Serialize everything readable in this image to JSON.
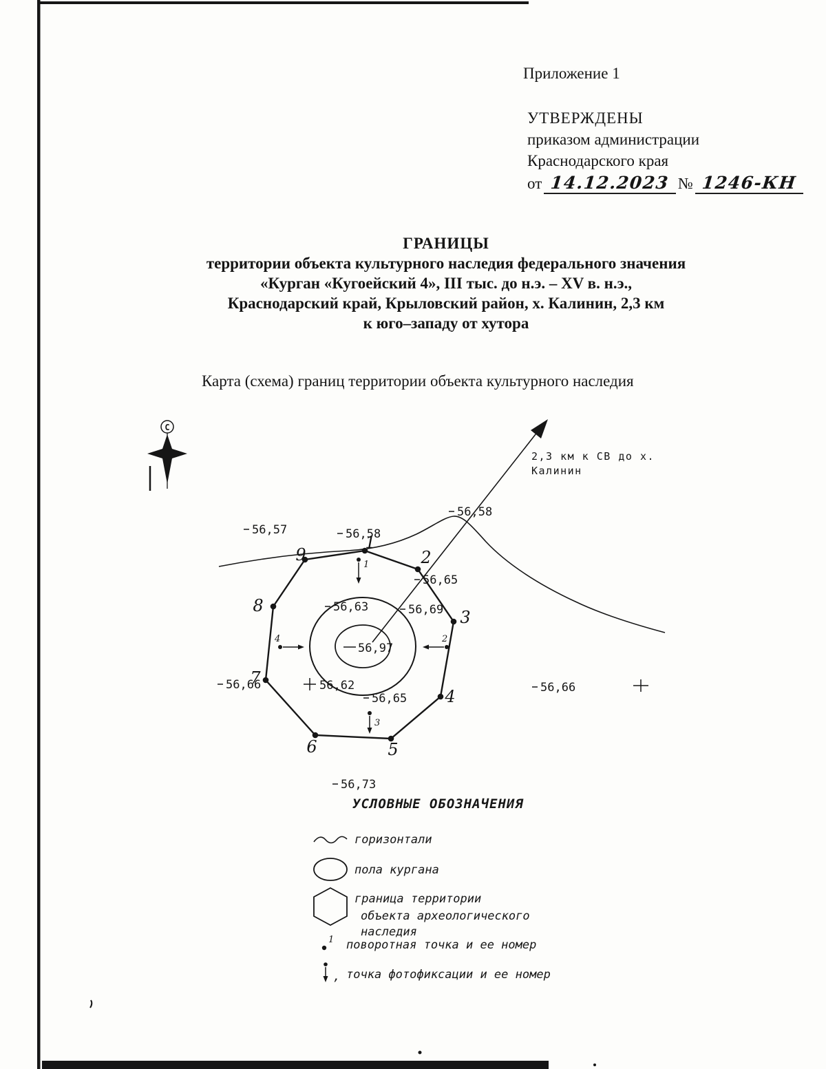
{
  "header": {
    "appendix": "Приложение 1",
    "approved_line1": "УТВЕРЖДЕНЫ",
    "approved_line2": "приказом администрации",
    "approved_line3": "Краснодарского края",
    "from_label": "от",
    "from_date": "14.12.2023",
    "number_sign": "№",
    "number_value": "1246-КН"
  },
  "title": {
    "line1": "ГРАНИЦЫ",
    "line2": "территории объекта культурного наследия федерального значения",
    "line3": "«Курган «Кугоейский 4», III тыс. до н.э. – XV в. н.э.,",
    "line4": "Краснодарский край, Крыловский район, х. Калинин, 2,3 км",
    "line5": "к юго–западу от хутора"
  },
  "map_caption": "Карта (схема) границ территории объекта культурного наследия",
  "map": {
    "compass_north": "С",
    "direction_label_line1": "2,3 км к СВ до х.",
    "direction_label_line2": "Калинин",
    "elevations": [
      "56,57",
      "56,58",
      "56,58",
      "56,65",
      "56,63",
      "56,69",
      "56,97",
      "56,62",
      "56,65",
      "56,66",
      "56,66",
      "56,73"
    ],
    "vertex_numbers": [
      "1",
      "2",
      "3",
      "4",
      "5",
      "6",
      "7",
      "8",
      "9"
    ],
    "photo_point_numbers": [
      "1",
      "2",
      "3",
      "4"
    ]
  },
  "legend": {
    "title": "УСЛОВНЫЕ ОБОЗНАЧЕНИЯ",
    "contours": "горизонтали",
    "mound_base": "пола кургана",
    "boundary_line1": "граница территории",
    "boundary_line2": "объекта археологического",
    "boundary_line3": "наследия",
    "turning_point": "поворотная точка и ее номер",
    "turning_point_number": "1",
    "photo_point": "точка фотофиксации и ее номер",
    "photo_point_comma": ","
  }
}
